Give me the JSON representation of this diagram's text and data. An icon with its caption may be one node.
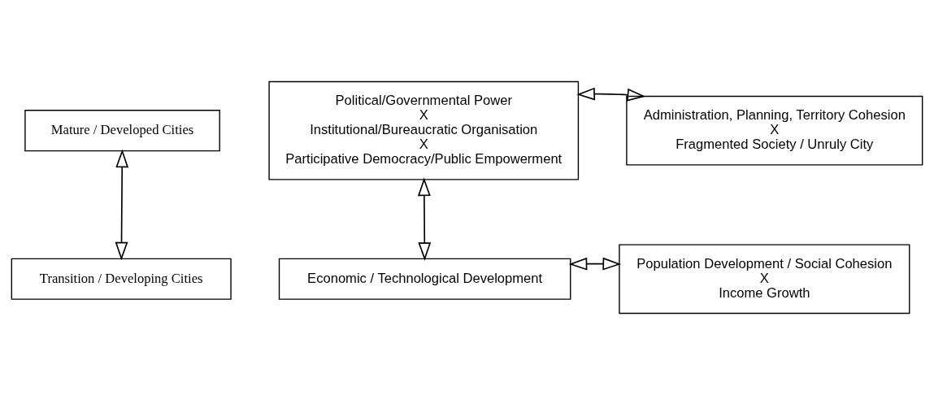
{
  "diagram": {
    "nodes": [
      {
        "text": [
          "Mature / Developed Cities"
        ]
      },
      {
        "text": [
          "Transition / Developing Cities"
        ]
      },
      {
        "text": [
          "Political/Governmental Power",
          "X",
          "Institutional/Bureaucratic Organisation",
          "X",
          "Participative Democracy/Public Empowerment"
        ]
      },
      {
        "text": [
          "Administration, Planning, Territory Cohesion",
          "X",
          "Fragmented Society / Unruly City"
        ]
      },
      {
        "text": [
          "Economic / Technological Development"
        ]
      },
      {
        "text": [
          "Population Development / Social Cohesion",
          "X",
          "Income Growth"
        ]
      }
    ],
    "edges": [
      {
        "from": 0,
        "to": 1,
        "arrow": "both"
      },
      {
        "from": 2,
        "to": 3,
        "arrow": "both"
      },
      {
        "from": 2,
        "to": 4,
        "arrow": "both"
      },
      {
        "from": 4,
        "to": 5,
        "arrow": "both"
      }
    ]
  }
}
